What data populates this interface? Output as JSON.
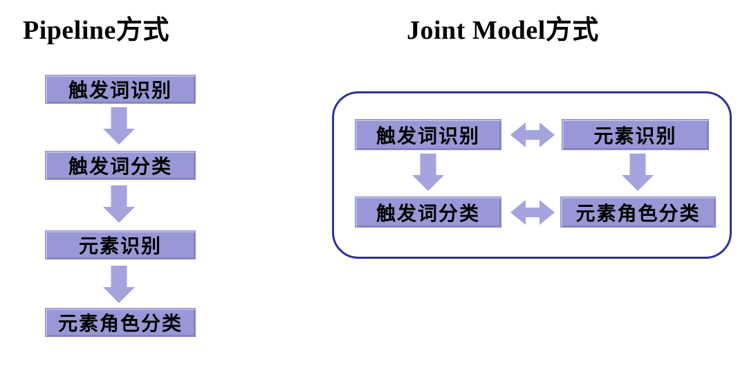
{
  "pipeline": {
    "title": "Pipeline方式",
    "steps": [
      "触发词识别",
      "触发词分类",
      "元素识别",
      "元素角色分类"
    ]
  },
  "joint": {
    "title": "Joint Model方式",
    "boxes": {
      "top_left": "触发词识别",
      "top_right": "元素识别",
      "bottom_left": "触发词分类",
      "bottom_right": "元素角色分类"
    }
  },
  "icons": {
    "down_arrow": "down-arrow",
    "double_arrow": "left-right-double-arrow"
  },
  "colors": {
    "background": "#ffffff",
    "box_fill": "#9997d5",
    "box_highlight": "#bbbae6",
    "box_shade": "#8482c2",
    "arrow_fill": "#a5a3dd",
    "container_border": "#2f3095",
    "text": "#000000"
  }
}
